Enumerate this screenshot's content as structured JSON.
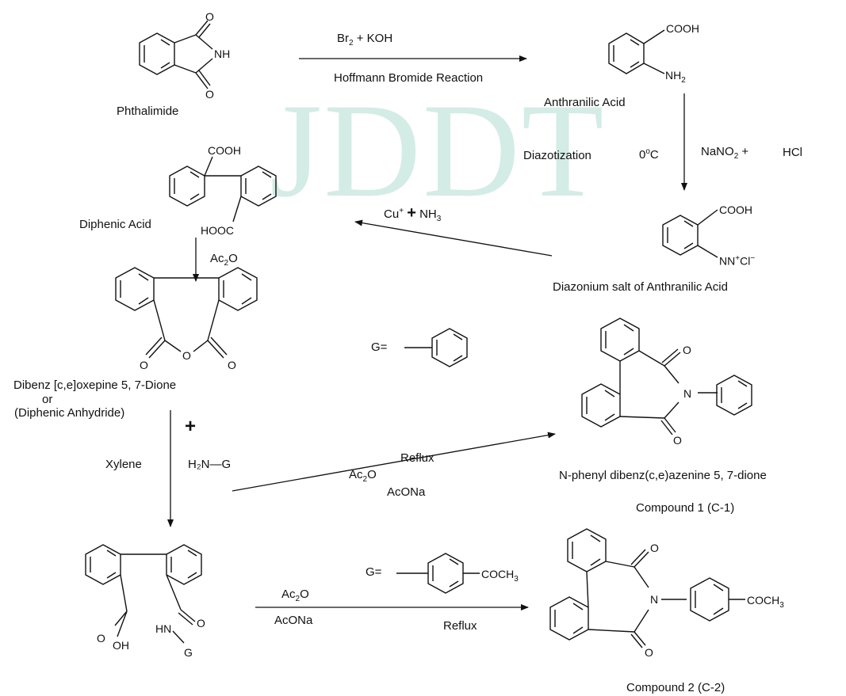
{
  "watermark": "JDDT",
  "colors": {
    "ink": "#111111",
    "watermark": "#d4ece6",
    "background": "#ffffff"
  },
  "compounds": {
    "phthalimide": "Phthalimide",
    "anthranilic_acid": "Anthranilic Acid",
    "diphenic_acid": "Diphenic Acid",
    "diazonium_salt": "Diazonium salt of Anthranilic Acid",
    "oxepine": "Dibenz [c,e]oxepine 5, 7-Dione",
    "oxepine_or": "or",
    "oxepine_alt": "(Diphenic Anhydride)",
    "product1": "N-phenyl dibenz(c,e)azenine 5, 7-dione",
    "product1_id": "Compound 1 (C-1)",
    "product2_id": "Compound 2 (C-2)"
  },
  "reagents": {
    "r1_top_a": "Br",
    "r1_top_sub": "2",
    "r1_top_b": " + KOH",
    "r1_bottom": "Hoffmann  Bromide Reaction",
    "diazotization": "Diazotization",
    "temp": "0",
    "temp_sup": "o",
    "temp_unit": "C",
    "nano2_a": "NaNO",
    "nano2_sub": "2",
    "nano2_b": " +",
    "hcl": "HCl",
    "cu": "Cu",
    "cu_sup": "+",
    "plus": "+",
    "nh3_a": "NH",
    "nh3_sub": "3",
    "ac2o_a": "Ac",
    "ac2o_sub": "2",
    "ac2o_b": "O",
    "xylene": "Xylene",
    "amine": "H₂N—G",
    "g_equals": "G=",
    "reflux": "Reflux",
    "acona": "AcONa"
  },
  "atoms": {
    "o": "O",
    "nh": "NH",
    "n": "N",
    "hn": "HN",
    "g": "G",
    "oh": "OH",
    "cooh": "COOH",
    "hooc": "HOOC",
    "nh2_a": "NH",
    "nh2_sub": "2",
    "diazo_a": "NN",
    "diazo_sup": "+",
    "diazo_b": "Cl",
    "diazo_sup2": "−",
    "coch3_a": "COCH",
    "coch3_sub": "3"
  }
}
